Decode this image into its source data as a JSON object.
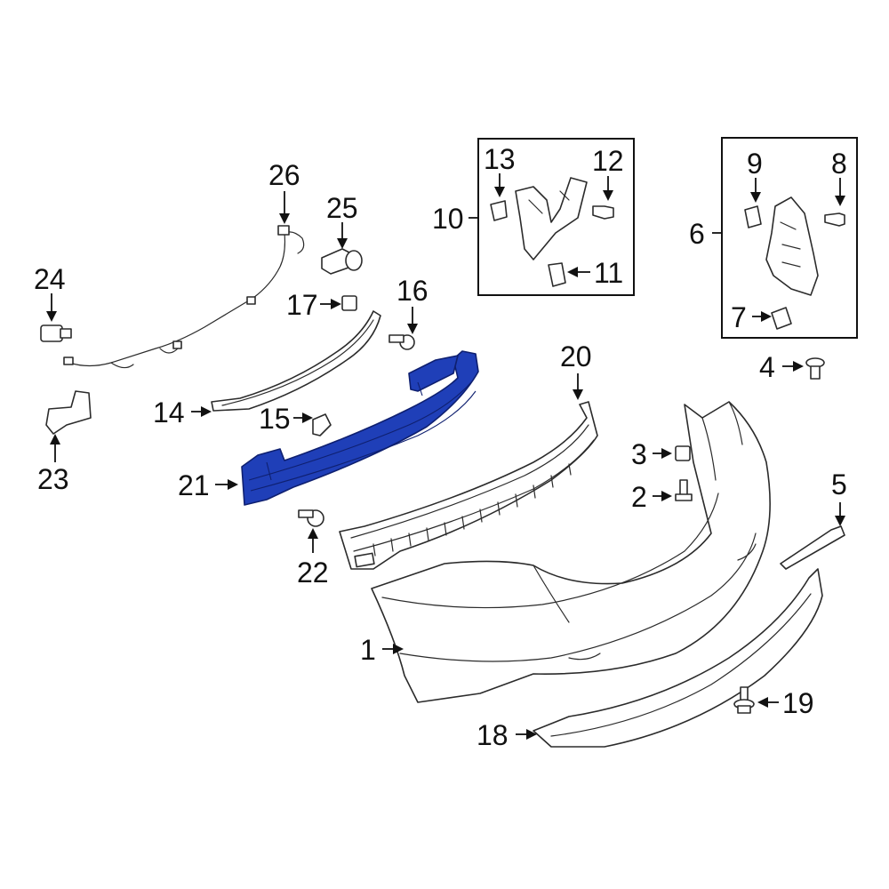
{
  "callouts": {
    "c1": "1",
    "c2": "2",
    "c3": "3",
    "c4": "4",
    "c5": "5",
    "c6": "6",
    "c7": "7",
    "c8": "8",
    "c9": "9",
    "c10": "10",
    "c11": "11",
    "c12": "12",
    "c13": "13",
    "c14": "14",
    "c15": "15",
    "c16": "16",
    "c17": "17",
    "c18": "18",
    "c19": "19",
    "c20": "20",
    "c21": "21",
    "c22": "22",
    "c23": "23",
    "c24": "24",
    "c25": "25",
    "c26": "26"
  },
  "colors": {
    "highlight": "#1f3fb8",
    "line": "#2b2b2b",
    "background": "#ffffff"
  },
  "highlighted_part": "21"
}
